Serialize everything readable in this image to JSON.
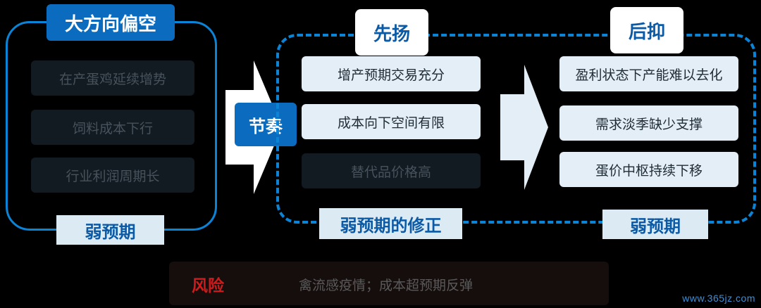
{
  "left_group": {
    "title": "大方向偏空",
    "items": [
      "在产蛋鸡延续增势",
      "饲料成本下行",
      "行业利润周期长"
    ],
    "footer": "弱预期"
  },
  "rhythm_label": "节奏",
  "phase_first": {
    "title": "先扬",
    "items": [
      "增产预期交易充分",
      "成本向下空间有限",
      "替代品价格高"
    ],
    "footer": "弱预期的修正"
  },
  "phase_second": {
    "title": "后抑",
    "items": [
      "盈利状态下产能难以去化",
      "需求淡季缺少支撑",
      "蛋价中枢持续下移"
    ],
    "footer": "弱预期"
  },
  "risk": {
    "label": "风险",
    "text": "禽流感疫情；成本超预期反弹"
  },
  "watermark": "www.365jz.com",
  "colors": {
    "accent_blue": "#0a84d6",
    "label_blue": "#0b6cbf",
    "risk_red": "#cf1b1b"
  }
}
